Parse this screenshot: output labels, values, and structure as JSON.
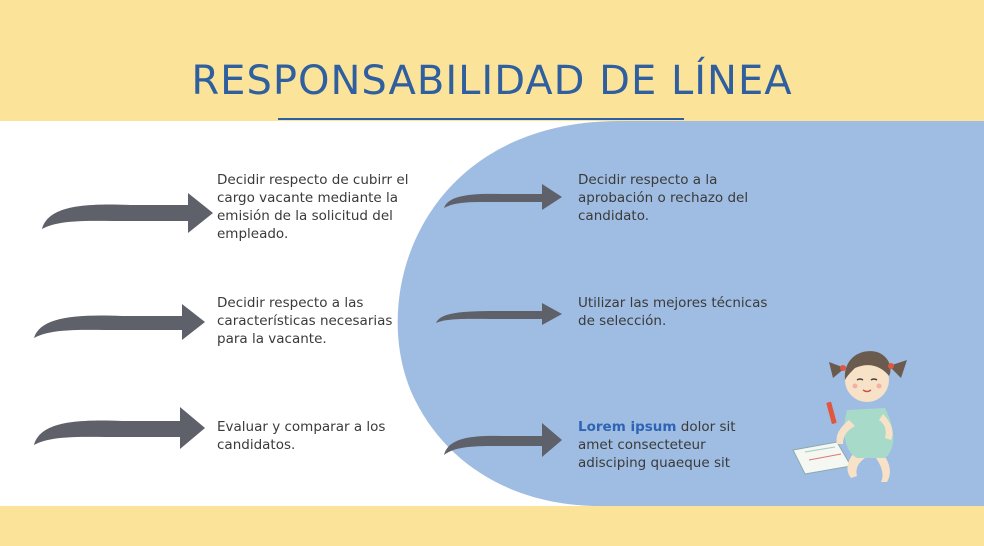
{
  "title": "RESPONSABILIDAD DE LÍNEA",
  "colors": {
    "band": "#fbe49a",
    "blue_shape": "#9fbde2",
    "title": "#2f5f9e",
    "arrow": "#5e606a",
    "emphasis": "#2f63b4"
  },
  "left_items": [
    {
      "text": "Decidir respecto de cubirr el cargo vacante mediante la emisión de la solicitud del empleado.",
      "arrow_icon": "right-arrow-icon"
    },
    {
      "text": "Decidir respecto a las características necesarias para la vacante.",
      "arrow_icon": "right-arrow-icon"
    },
    {
      "text": "Evaluar y comparar a los candidatos.",
      "arrow_icon": "right-arrow-icon"
    }
  ],
  "right_items": [
    {
      "text": "Decidir respecto a la aprobación o rechazo del candidato.",
      "arrow_icon": "right-arrow-icon"
    },
    {
      "text": "Utilizar las mejores técnicas de selección.",
      "arrow_icon": "right-arrow-icon"
    },
    {
      "emphasis": "Lorem ipsum",
      "text": " dolor sit amet consecteteur adisciping quaeque sit",
      "arrow_icon": "right-arrow-icon"
    }
  ],
  "illustration": "girl-drawing-illustration"
}
